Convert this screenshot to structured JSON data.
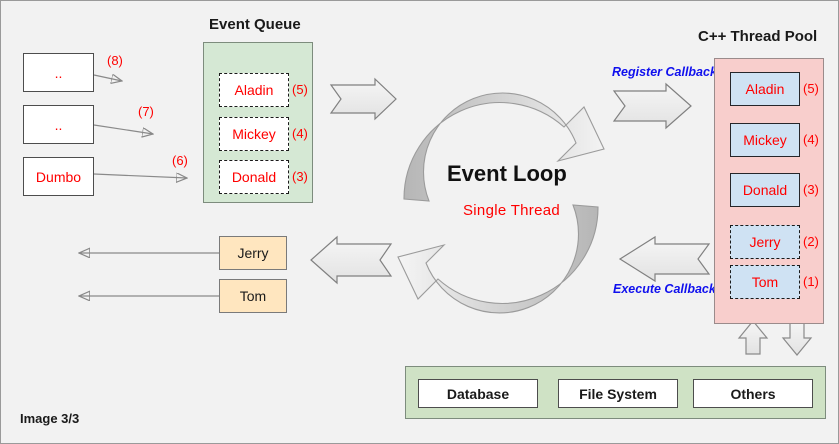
{
  "titles": {
    "event_queue": "Event Queue",
    "thread_pool": "C++ Thread Pool"
  },
  "center": {
    "loop_label": "Event Loop",
    "loop_sublabel": "Single  Thread"
  },
  "incoming_requests": [
    {
      "label": "..",
      "marker": "(8)"
    },
    {
      "label": "..",
      "marker": "(7)"
    },
    {
      "label": "Dumbo",
      "marker": "(6)"
    }
  ],
  "event_queue_items": [
    {
      "label": "Aladin",
      "marker": "(5)"
    },
    {
      "label": "Mickey",
      "marker": "(4)"
    },
    {
      "label": "Donald",
      "marker": "(3)"
    }
  ],
  "thread_pool_items": [
    {
      "label": "Aladin",
      "marker": "(5)",
      "style": "solid"
    },
    {
      "label": "Mickey",
      "marker": "(4)",
      "style": "solid"
    },
    {
      "label": "Donald",
      "marker": "(3)",
      "style": "solid"
    },
    {
      "label": "Jerry",
      "marker": "(2)",
      "style": "dashed"
    },
    {
      "label": "Tom",
      "marker": "(1)",
      "style": "dashed"
    }
  ],
  "completed_responses": [
    {
      "label": "Jerry"
    },
    {
      "label": "Tom"
    }
  ],
  "callbacks": {
    "register": "Register Callback",
    "execute": "Execute Callback"
  },
  "services": [
    {
      "label": "Database"
    },
    {
      "label": "File System"
    },
    {
      "label": "Others"
    }
  ],
  "footer": {
    "caption": "Image 3/3"
  },
  "colors": {
    "background": "#f2f2f2",
    "queue_panel": "#d5e8d4",
    "pool_panel": "#f8cecc",
    "service_panel": "#cfe2c5",
    "thread_box": "#cfe2f3",
    "response_box": "#ffe6bf",
    "accent_red": "#ff0000",
    "accent_blue": "#1010ee",
    "arrow_fill": "#ececec",
    "arrow_stroke": "#808080"
  }
}
